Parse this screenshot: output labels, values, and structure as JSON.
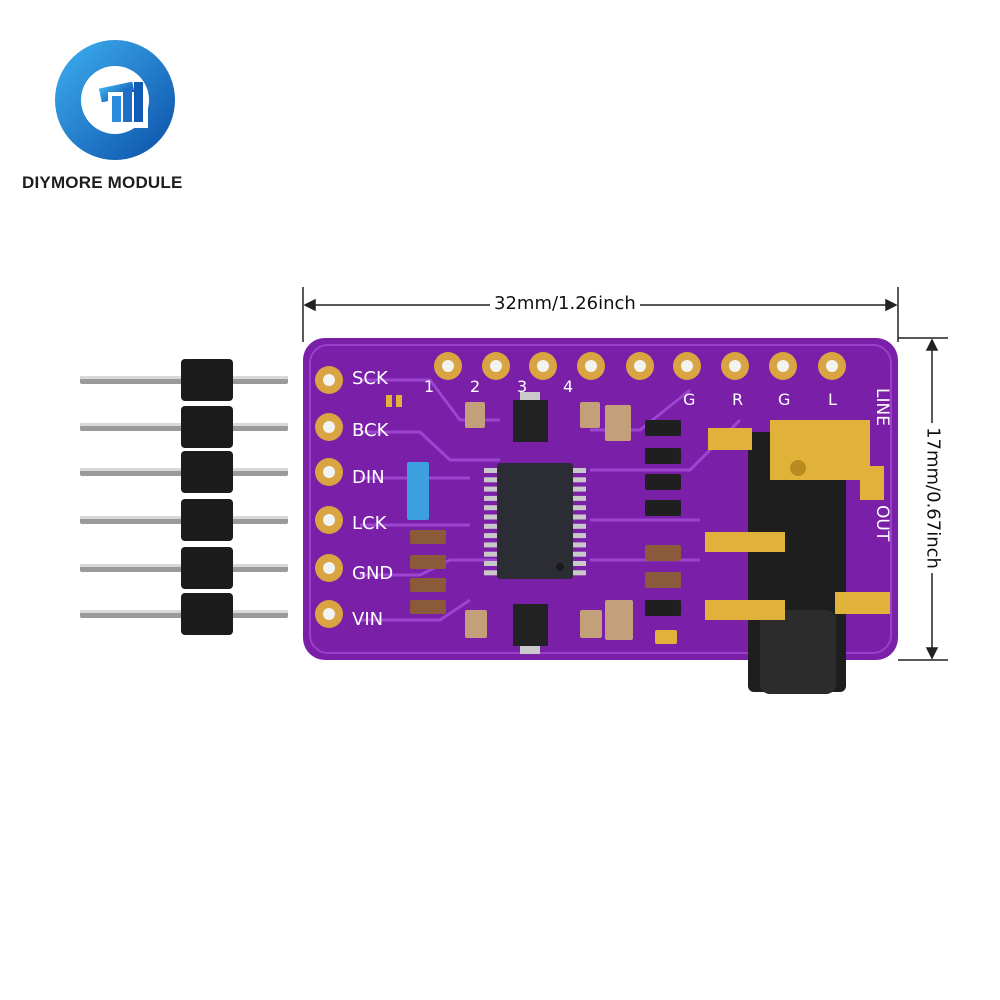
{
  "brand": {
    "name": "DIYMORE MODULE"
  },
  "dimensions": {
    "width_label": "32mm/1.26inch",
    "height_label": "17mm/0.67inch"
  },
  "board": {
    "side_pins": [
      "SCK",
      "BCK",
      "DIN",
      "LCK",
      "GND",
      "VIN"
    ],
    "top_pins": [
      "1",
      "2",
      "3",
      "4",
      "G",
      "R",
      "G",
      "L"
    ],
    "right_labels": [
      "LINE",
      "OUT"
    ]
  },
  "colors": {
    "pcb": "#7a1fa8",
    "gold": "#e0b23a",
    "pad": "#d9a441",
    "logo_blue": "#1f78d1"
  },
  "icons": {
    "logo": "diymore-logo-icon",
    "audio_jack": "audio-jack-icon",
    "pin_header": "pin-header-icon"
  }
}
